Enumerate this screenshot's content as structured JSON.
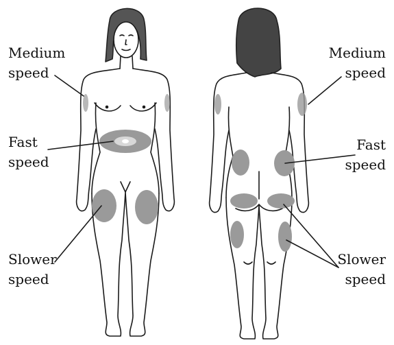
{
  "labels": {
    "left_medium": {
      "line1": "Medium",
      "line2": "speed"
    },
    "left_fast": {
      "line1": "Fast",
      "line2": "speed"
    },
    "left_slower": {
      "line1": "Slower",
      "line2": "speed"
    },
    "right_medium": {
      "line1": "Medium",
      "line2": "speed"
    },
    "right_fast": {
      "line1": "Fast",
      "line2": "speed"
    },
    "right_slower": {
      "line1": "Slower",
      "line2": "speed"
    }
  },
  "colors": {
    "outline": "#1a1a1a",
    "zone": "#9a9a9a",
    "hair": "#3a3a3a",
    "background": "#ffffff"
  }
}
